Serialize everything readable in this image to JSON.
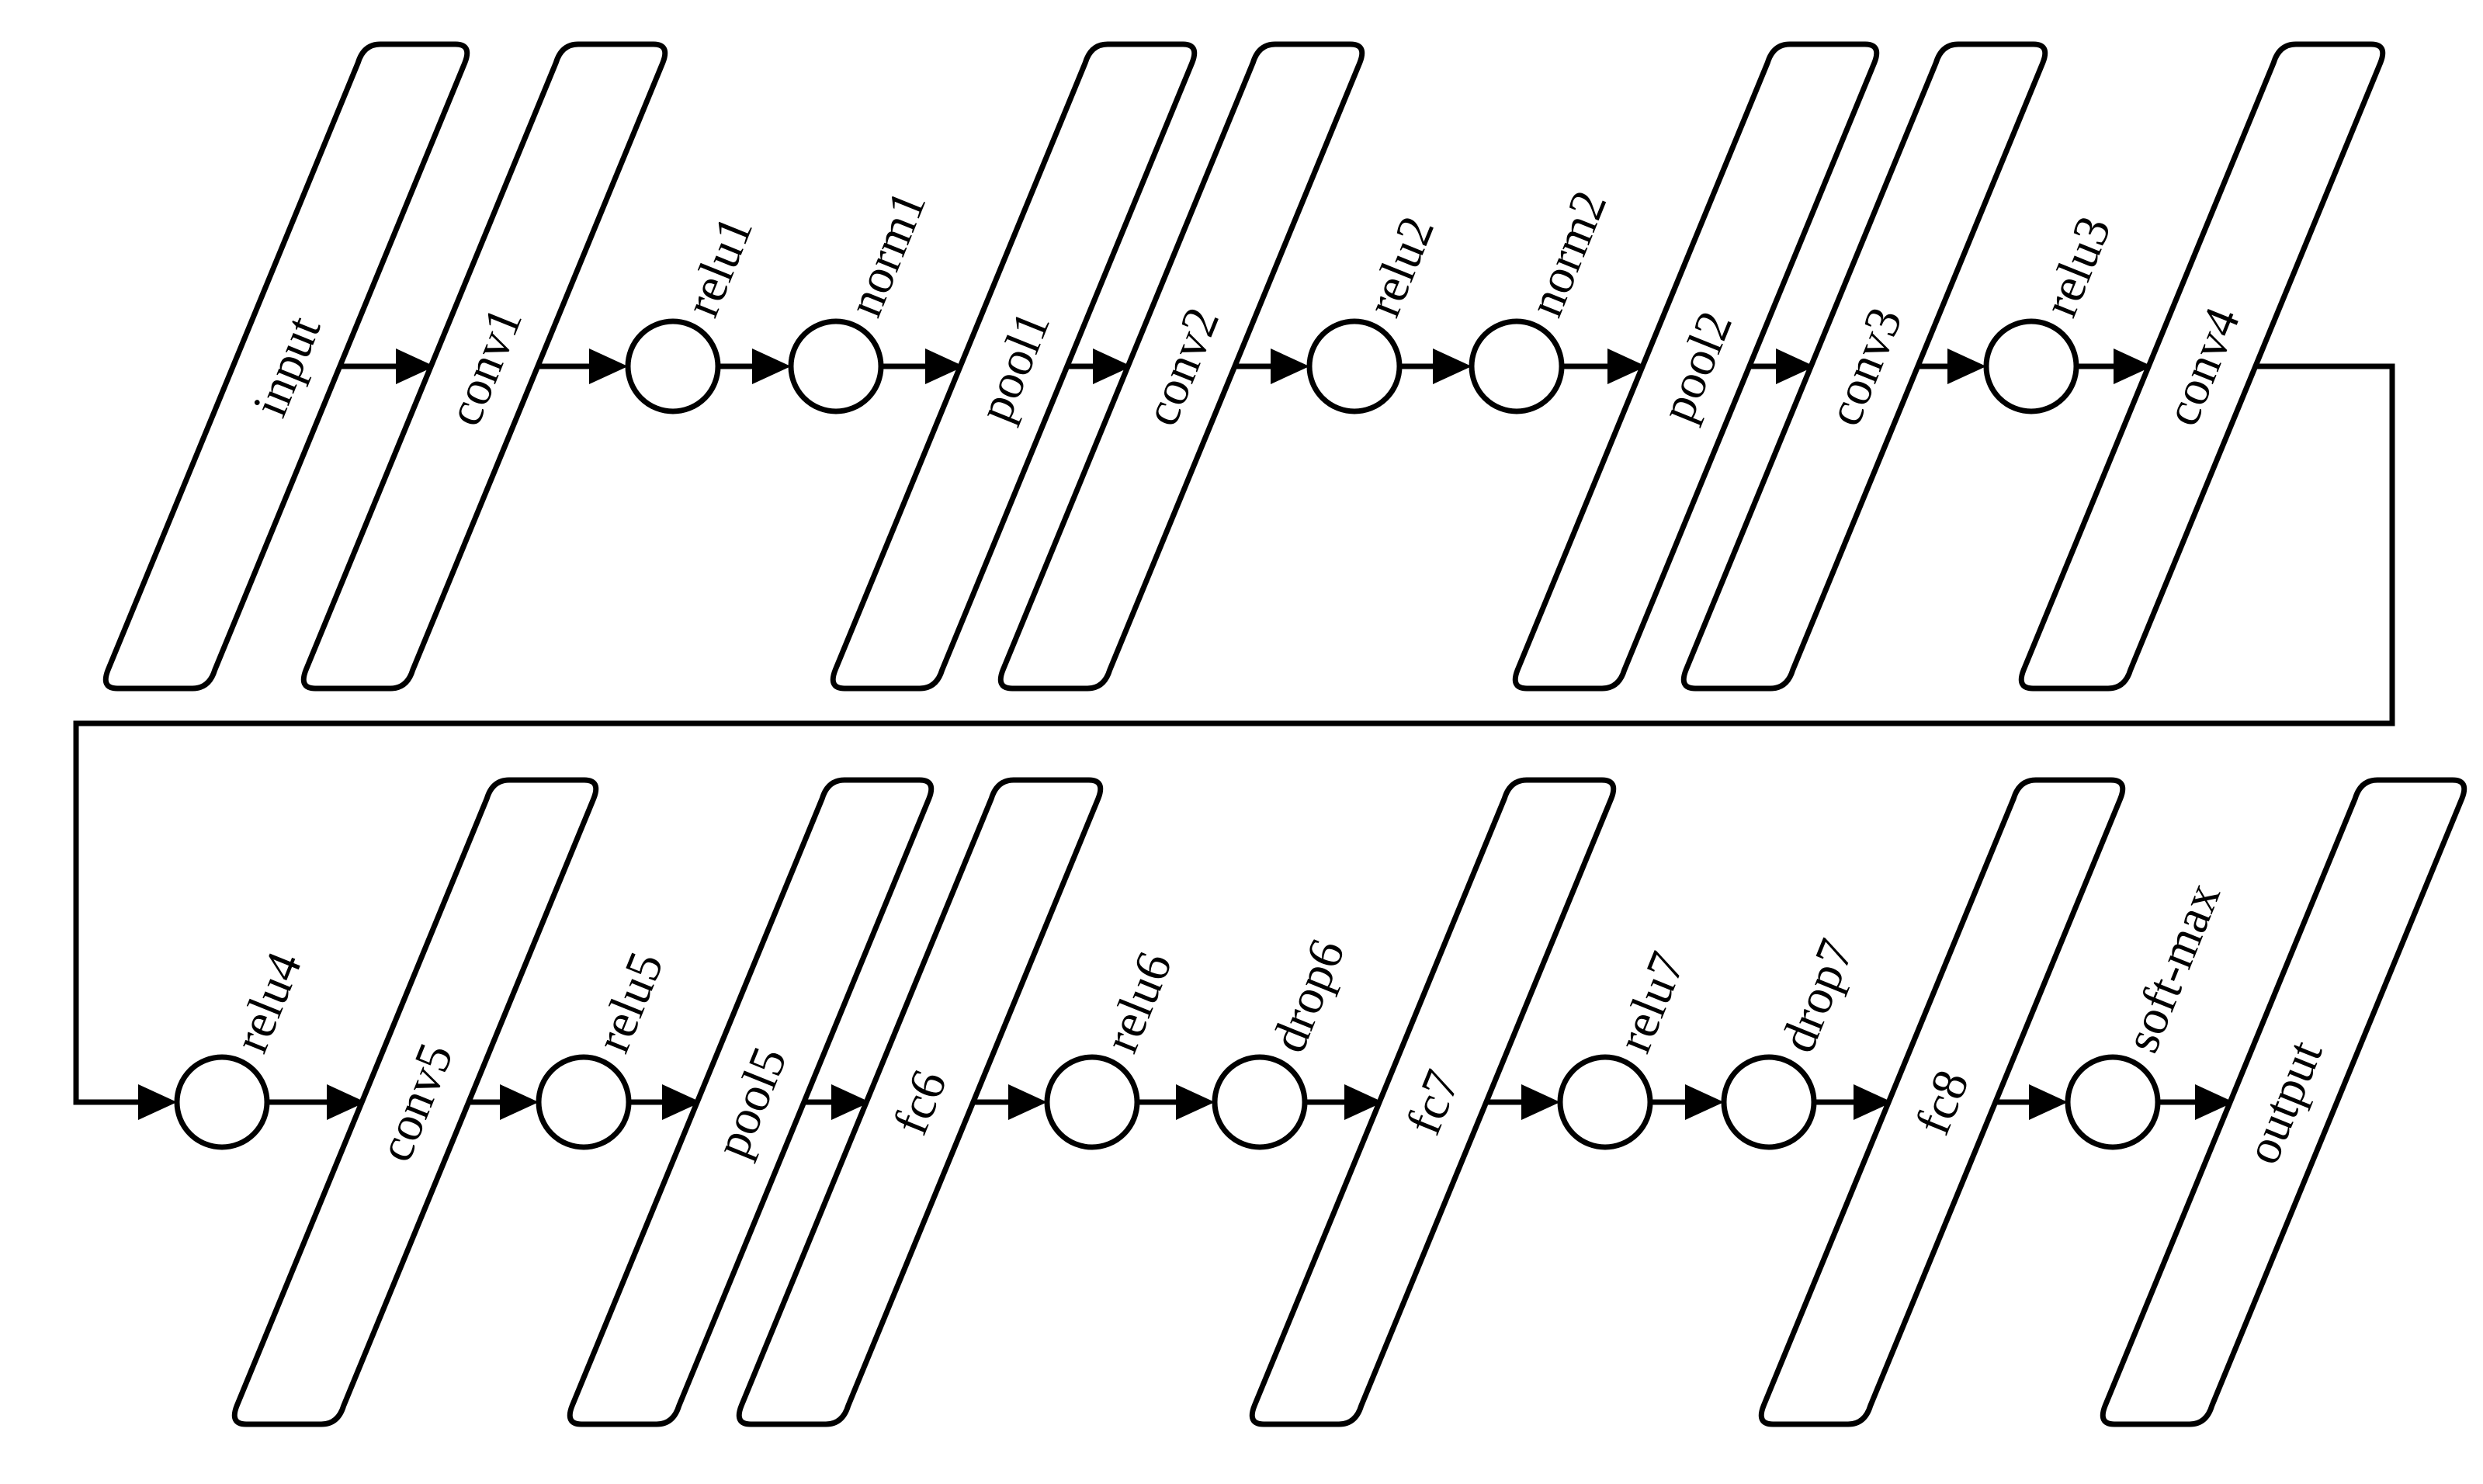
{
  "diagram": {
    "type": "layer-pipeline",
    "colors": {
      "stroke": "#000000",
      "fill": "#ffffff",
      "text": "#000000"
    },
    "rows": [
      {
        "stages": [
          {
            "kind": "layer",
            "label": "input"
          },
          {
            "kind": "layer",
            "label": "conv1"
          },
          {
            "kind": "op",
            "label": "relu1"
          },
          {
            "kind": "op",
            "label": "norm1"
          },
          {
            "kind": "layer",
            "label": "pool1"
          },
          {
            "kind": "layer",
            "label": "conv2"
          },
          {
            "kind": "op",
            "label": "relu2"
          },
          {
            "kind": "op",
            "label": "norm2"
          },
          {
            "kind": "layer",
            "label": "pool2"
          },
          {
            "kind": "layer",
            "label": "conv3"
          },
          {
            "kind": "op",
            "label": "relu3"
          },
          {
            "kind": "layer",
            "label": "conv4"
          }
        ]
      },
      {
        "stages": [
          {
            "kind": "op",
            "label": "relu4"
          },
          {
            "kind": "layer",
            "label": "conv5"
          },
          {
            "kind": "op",
            "label": "relu5"
          },
          {
            "kind": "layer",
            "label": "pool5"
          },
          {
            "kind": "layer",
            "label": "fc6"
          },
          {
            "kind": "op",
            "label": "relu6"
          },
          {
            "kind": "op",
            "label": "drop6"
          },
          {
            "kind": "layer",
            "label": "fc7"
          },
          {
            "kind": "op",
            "label": "relu7"
          },
          {
            "kind": "op",
            "label": "drop7"
          },
          {
            "kind": "layer",
            "label": "fc8"
          },
          {
            "kind": "op",
            "label": "soft-max"
          },
          {
            "kind": "layer",
            "label": "output"
          }
        ]
      }
    ]
  }
}
